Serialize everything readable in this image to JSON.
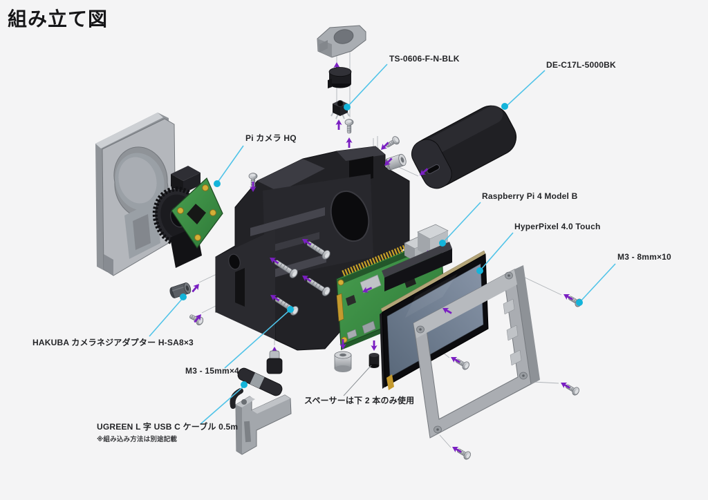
{
  "page": {
    "title": "組み立て図",
    "background": "#f4f4f5"
  },
  "colors": {
    "leader_line": "#4fc3e8",
    "leader_dot": "#14b4da",
    "assembly_arrow": "#7a1fc2",
    "thin_guide": "#a3a8ad",
    "pcb_green": "#3f8c44",
    "metal": "#b9bdc2",
    "body_black": "#222226",
    "case_gray": "#b4b7bc",
    "screen_slate": "#6e7e92"
  },
  "labels": {
    "ts0606": {
      "text": "TS-0606-F-N-BLK"
    },
    "dec17l": {
      "text": "DE-C17L-5000BK"
    },
    "picam": {
      "text": "Pi カメラ HQ"
    },
    "rpi": {
      "text": "Raspberry Pi 4 Model B"
    },
    "hyperpixel": {
      "text": "HyperPixel 4.0 Touch"
    },
    "m3_8": {
      "text": "M3 - 8mm×10"
    },
    "hakuba": {
      "text": "HAKUBA カメラネジアダプター H-SA8×3"
    },
    "m3_15": {
      "text": "M3 - 15mm×4"
    },
    "spacer_note": {
      "text": "スペーサーは下 2 本のみ使用"
    },
    "ugreen": {
      "text": "UGREEN L 字 USB C ケーブル 0.5m"
    },
    "ugreen_note": {
      "text": "※組み込み方法は別途記載"
    }
  }
}
